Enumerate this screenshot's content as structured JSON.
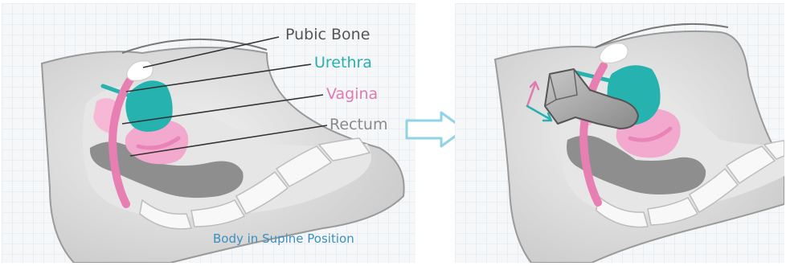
{
  "labels": {
    "pubic_bone": "Pubic Bone",
    "urethra": "Urethra",
    "vagina": "Vagina",
    "rectum": "Rectum"
  },
  "caption": "Body in Supine Position",
  "colors": {
    "pubic_bone": "#555555",
    "urethra": "#2ab0b0",
    "vagina": "#e07ab0",
    "rectum": "#8a8a8a",
    "caption": "#3a8fc0",
    "bladder": "#25b3b0",
    "vaginal_canal": "#e87fb2",
    "uterus": "#f2a8cc",
    "bowel": "#8c8c8c",
    "spine": "#f7f7f7",
    "body": "#dcdcdc",
    "grid": "#cfdde4",
    "arrow": "#8fd3e4"
  },
  "icons": {
    "transition": "hollow-right-arrow",
    "motion": "double-headed-arrow"
  }
}
